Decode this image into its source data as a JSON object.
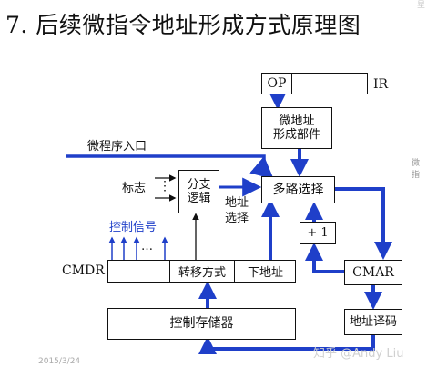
{
  "title": "7. 后续微指令地址形成方式原理图",
  "ir": {
    "op": "OP",
    "label": "IR"
  },
  "addr_gen": {
    "line1": "微地址",
    "line2": "形成部件"
  },
  "micro_entry": "微程序入口",
  "flags": {
    "label": "标志",
    "dots": "⋮"
  },
  "branch_logic": {
    "line1": "分支",
    "line2": "逻辑"
  },
  "addr_select": {
    "line1": "地址",
    "line2": "选择"
  },
  "mux": "多路选择",
  "plus_one": "+ 1",
  "control_signal": "控制信号",
  "ellipsis": "…",
  "cmdr": {
    "label": "CMDR",
    "transfer": "转移方式",
    "next_addr": "下地址"
  },
  "cmar": "CMAR",
  "control_store": "控制存储器",
  "decoder": "地址译码",
  "watermark": {
    "left_date": "2015/3/24",
    "right": "知乎 @Andy Liu",
    "side_top": "星",
    "side_mid": "微指"
  },
  "colors": {
    "arrow_blue": "#1f3fc9",
    "line": "#111111"
  }
}
